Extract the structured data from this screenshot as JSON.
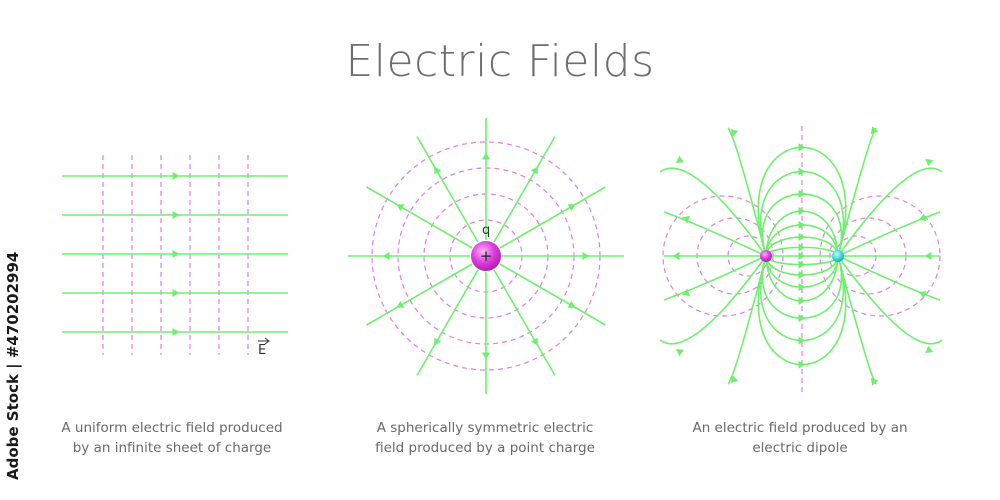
{
  "title": "Electric Fields",
  "panels": [
    {
      "name": "uniform-field",
      "caption_lines": [
        "A uniform electric field produced",
        "by an infinite sheet of charge"
      ],
      "vector_label": "E"
    },
    {
      "name": "point-charge-field",
      "caption_lines": [
        "A spherically symmetric electric",
        "field produced by a point charge"
      ],
      "charge_label": "q",
      "charge_sign": "+"
    },
    {
      "name": "dipole-field",
      "caption_lines": [
        "An electric field produced by an",
        "electric dipole"
      ]
    }
  ],
  "side_text": "Adobe Stock | #470202994",
  "colors": {
    "field_lines": "#6ef06e",
    "equipotential": "#e07ee0",
    "positive_charge": "#e040e0",
    "negative_charge": "#40d8d8",
    "text": "#6a6a6a"
  }
}
